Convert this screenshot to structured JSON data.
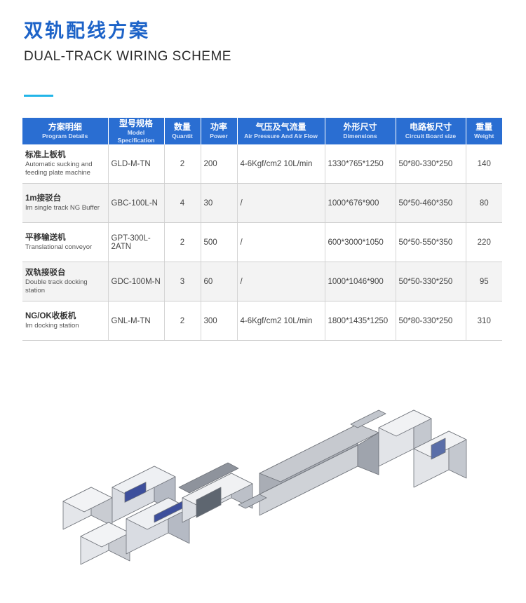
{
  "header": {
    "title_cn": "双轨配线方案",
    "title_en": "DUAL-TRACK WIRING SCHEME"
  },
  "table": {
    "columns": [
      {
        "cn": "方案明细",
        "en": "Program Details"
      },
      {
        "cn": "型号规格",
        "en": "Model Specification"
      },
      {
        "cn": "数量",
        "en": "Quantit"
      },
      {
        "cn": "功率",
        "en": "Power"
      },
      {
        "cn": "气压及气流量",
        "en": "Air Pressure And Air Flow"
      },
      {
        "cn": "外形尺寸",
        "en": "Dimensions"
      },
      {
        "cn": "电路板尺寸",
        "en": "Circuit Board size"
      },
      {
        "cn": "重量",
        "en": "Weight"
      }
    ],
    "rows": [
      {
        "name_cn": "标准上板机",
        "name_en": "Automatic sucking and feeding plate machine",
        "model": "GLD-M-TN",
        "qty": "2",
        "power": "200",
        "air": "4-6Kgf/cm2 10L/min",
        "dim": "1330*765*1250",
        "board": "50*80-330*250",
        "weight": "140"
      },
      {
        "name_cn": "1m接驳台",
        "name_en": "Im single track NG Buffer",
        "model": "GBC-100L-N",
        "qty": "4",
        "power": "30",
        "air": "/",
        "dim": "1000*676*900",
        "board": "50*50-460*350",
        "weight": "80"
      },
      {
        "name_cn": "平移输送机",
        "name_en": "Translational conveyor",
        "model": "GPT-300L-2ATN",
        "qty": "2",
        "power": "500",
        "air": "/",
        "dim": "600*3000*1050",
        "board": "50*50-550*350",
        "weight": "220"
      },
      {
        "name_cn": "双轨接驳台",
        "name_en": "Double track docking station",
        "model": "GDC-100M-N",
        "qty": "3",
        "power": "60",
        "air": "/",
        "dim": "1000*1046*900",
        "board": "50*50-330*250",
        "weight": "95"
      },
      {
        "name_cn": "NG/OK收板机",
        "name_en": "Im docking station",
        "model": "GNL-M-TN",
        "qty": "2",
        "power": "300",
        "air": "4-6Kgf/cm2 10L/min",
        "dim": "1800*1435*1250",
        "board": "50*80-330*250",
        "weight": "310"
      }
    ]
  },
  "colors": {
    "title_blue": "#1d63c8",
    "header_blue": "#2a6ed2",
    "accent_cyan": "#22b5e8"
  }
}
